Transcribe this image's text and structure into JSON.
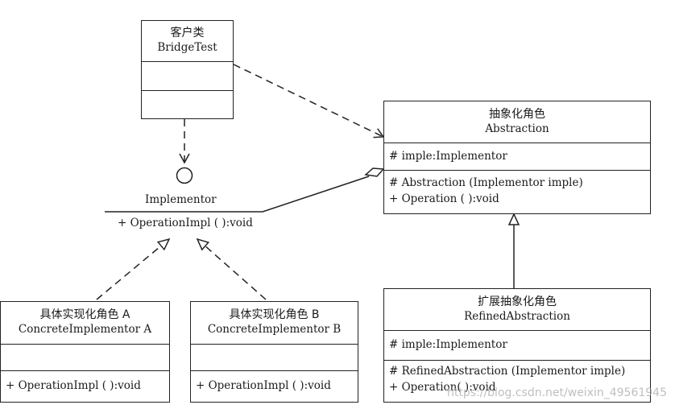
{
  "client": {
    "cn": "客户类",
    "en": "BridgeTest"
  },
  "abstraction": {
    "cn": "抽象化角色",
    "en": "Abstraction",
    "attributes": [
      "# imple:Implementor"
    ],
    "operations": [
      "# Abstraction (Implementor imple)",
      "+ Operation ( ):void"
    ]
  },
  "implementor": {
    "name": "Implementor",
    "operation": "+ OperationImpl ( ):void"
  },
  "concrete_a": {
    "cn": "具体实现化角色 A",
    "en": "ConcreteImplementor A",
    "operations": [
      "+ OperationImpl ( ):void"
    ]
  },
  "concrete_b": {
    "cn": "具体实现化角色 B",
    "en": "ConcreteImplementor B",
    "operations": [
      "+ OperationImpl ( ):void"
    ]
  },
  "refined": {
    "cn": "扩展抽象化角色",
    "en": "RefinedAbstraction",
    "attributes": [
      "# imple:Implementor"
    ],
    "operations": [
      "# RefinedAbstraction (Implementor imple)",
      "+ Operation( ):void"
    ]
  },
  "watermark": "https://blog.csdn.net/weixin_49561945"
}
